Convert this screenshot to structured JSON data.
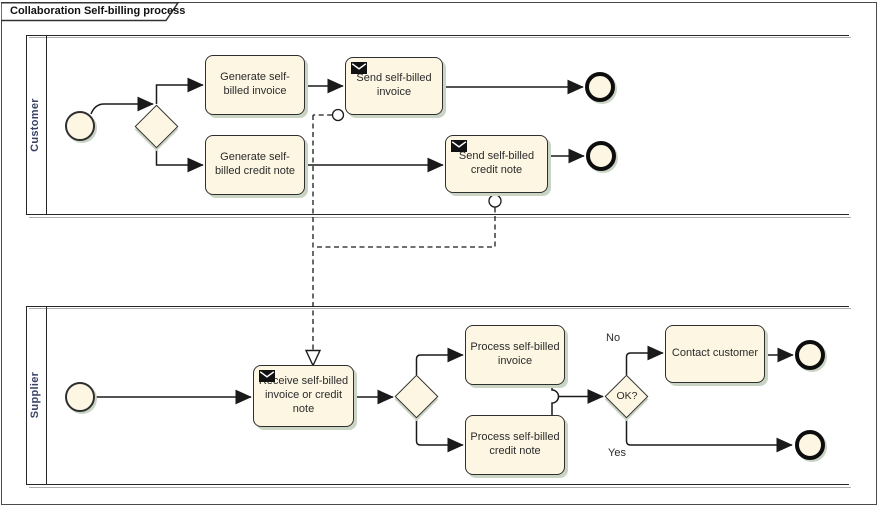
{
  "title": "Collaboration Self-billing process",
  "pools": {
    "customer": {
      "label": "Customer"
    },
    "supplier": {
      "label": "Supplier"
    }
  },
  "customer": {
    "generate_invoice": "Generate self-billed invoice",
    "generate_credit_note": "Generate self-billed credit note",
    "send_invoice": "Send self-billed invoice",
    "send_credit_note": "Send self-billed credit note"
  },
  "supplier": {
    "receive": "Receive self-billed invoice or credit note",
    "process_invoice": "Process self-billed invoice",
    "process_credit_note": "Process self-billed credit note",
    "decision": "OK?",
    "contact_customer": "Contact customer",
    "branch_no": "No",
    "branch_yes": "Yes"
  },
  "icons": {
    "send_task_marker": "filled-envelope-icon",
    "receive_task_marker": "filled-envelope-icon",
    "message_flow_source": "small-open-circle",
    "message_flow_target": "open-triangle-arrowhead"
  },
  "colors": {
    "node_fill": "#FCF6E3",
    "node_border": "#2F2F2F",
    "node_shadow": "#C9D4C4",
    "pool_line": "#262626",
    "pool_shadow": "#ADADAD",
    "pool_label": "#3A4366",
    "flow_line": "#1A1A1A",
    "text": "#2B2B2B",
    "icon_fill": "#111111"
  }
}
